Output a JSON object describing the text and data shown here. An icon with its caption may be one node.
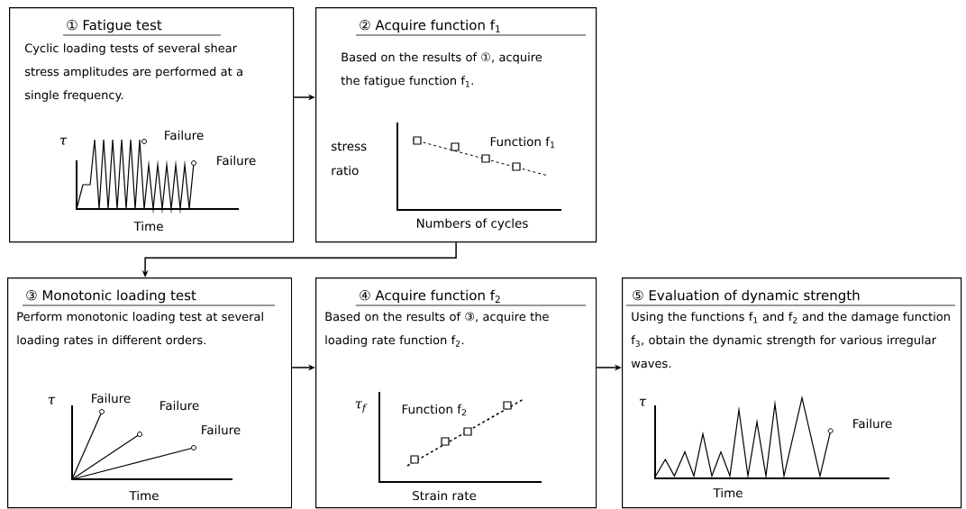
{
  "diagram": {
    "nodes": [
      {
        "text": [
          "① Fatigue test",
          "Cyclic loading tests of several shear stress amplitudes are performed at a single frequency.",
          "τ",
          "Failure",
          "Failure",
          "Time"
        ]
      },
      {
        "text": [
          "② Acquire function f$_{1}$",
          "Based on the results of ①, acquire the fatigue function f$_{1}$.",
          "stress ratio",
          "Function f$_{1}$",
          "Numbers of cycles"
        ]
      },
      {
        "text": [
          "③ Monotonic loading test",
          "Perform monotonic loading test at several loading rates in different orders.",
          "τ",
          "Failure",
          "Failure",
          "Failure",
          "Time"
        ]
      },
      {
        "text": [
          "④ Acquire function f$_{2}$",
          "Based on the results of ③, acquire the loading rate function f$_{2}$.",
          "τ$_{f}$",
          "Function f$_{2}$",
          "Strain rate"
        ]
      },
      {
        "text": [
          "⑤ Evaluation of dynamic strength",
          "Using the functions f$_{1}$ and f$_{2}$ and the damage function f$_{3}$, obtain the dynamic strength for various irregular waves.",
          "τ",
          "Failure",
          "Time"
        ]
      }
    ],
    "edges": [
      {
        "from": 0,
        "to": 1,
        "arrow": "to"
      },
      {
        "from": 1,
        "to": 2,
        "arrow": "to"
      },
      {
        "from": 2,
        "to": 3,
        "arrow": "to"
      },
      {
        "from": 3,
        "to": 4,
        "arrow": "to"
      }
    ]
  }
}
